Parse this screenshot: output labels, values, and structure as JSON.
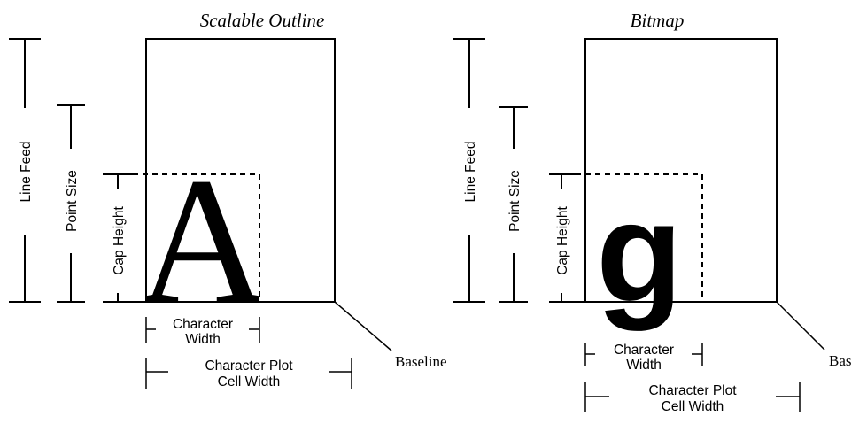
{
  "panels": [
    {
      "title": "Scalable Outline",
      "line_feed_label": "Line Feed",
      "point_size_label": "Point Size",
      "cap_height_label": "Cap Height",
      "glyph": "A",
      "character_width_label": [
        "Character",
        "Width"
      ],
      "plot_cell_width_label": [
        "Character Plot",
        "Cell Width"
      ],
      "baseline_label": "Baseline"
    },
    {
      "title": "Bitmap",
      "line_feed_label": "Line Feed",
      "point_size_label": "Point Size",
      "cap_height_label": "Cap Height",
      "glyph": "g",
      "character_width_label": [
        "Character",
        "Width"
      ],
      "plot_cell_width_label": [
        "Character Plot",
        "Cell Width"
      ],
      "baseline_label": "Bas"
    }
  ],
  "colors": {
    "line": "#000000",
    "background": "#ffffff",
    "glyph_fill": "#000000"
  },
  "glyph_styles": {
    "left": "solid",
    "right": "halftone-dotted"
  }
}
